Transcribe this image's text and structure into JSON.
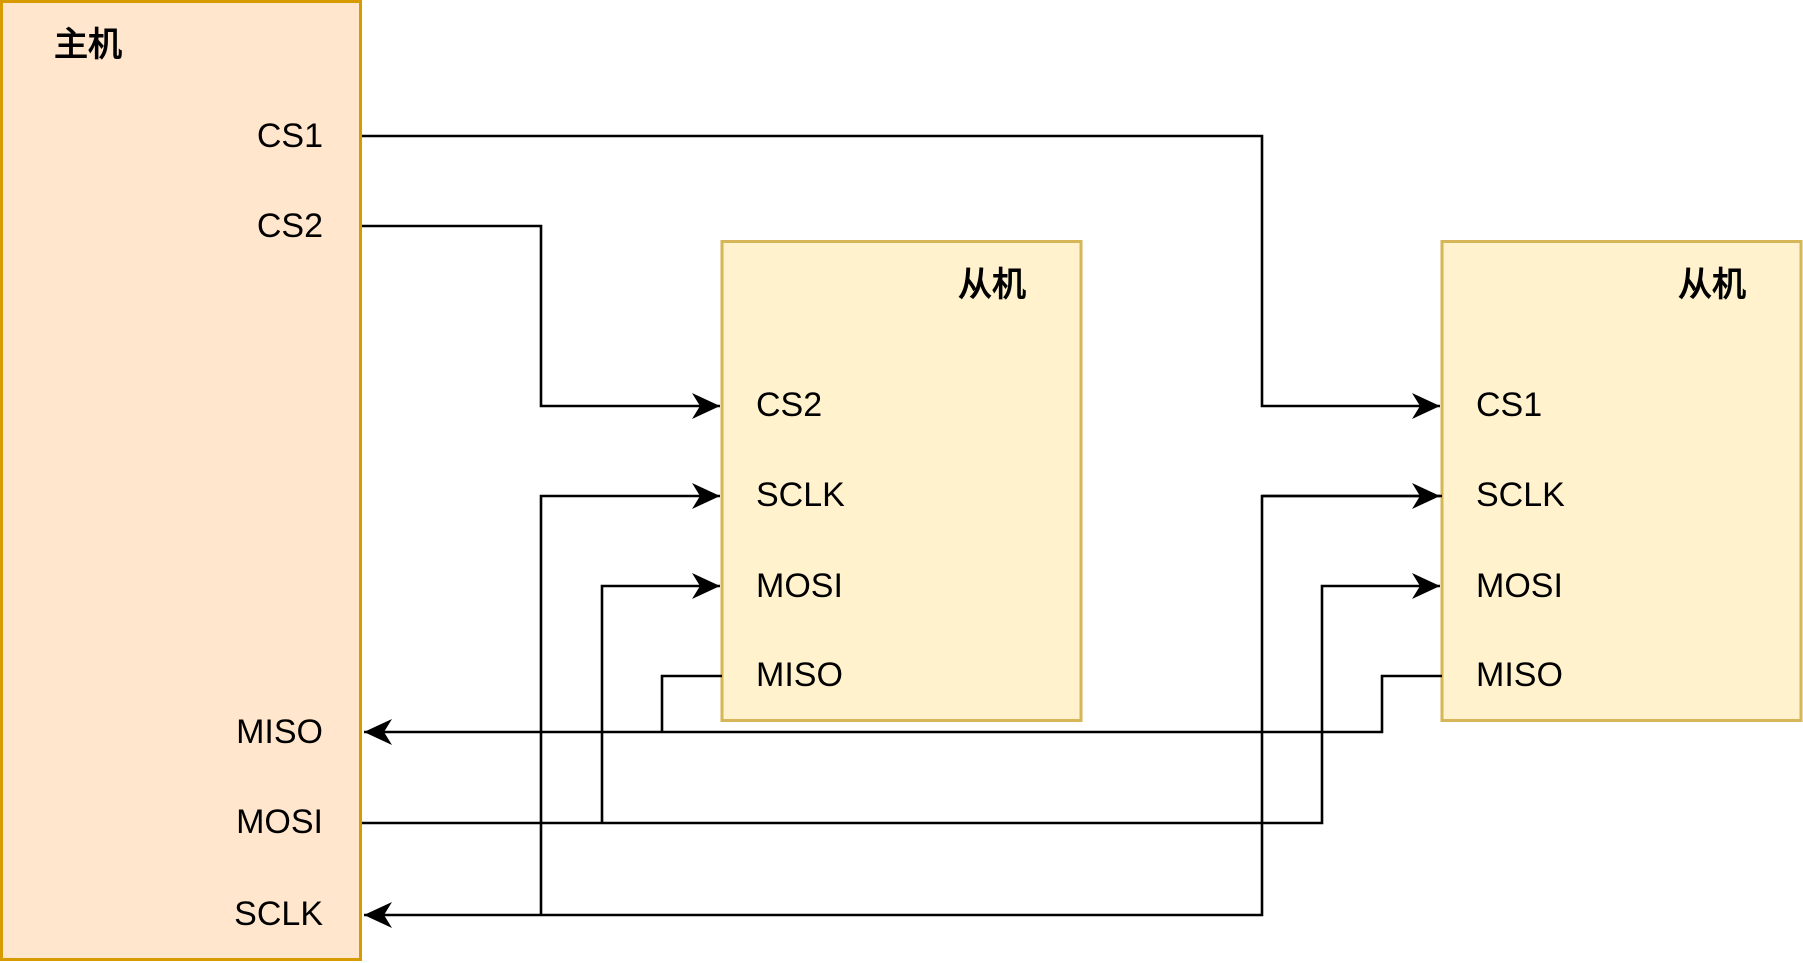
{
  "master": {
    "title": "主机",
    "pins": {
      "cs1": "CS1",
      "cs2": "CS2",
      "miso": "MISO",
      "mosi": "MOSI",
      "sclk": "SCLK"
    }
  },
  "slave_a": {
    "title": "从机",
    "pins": {
      "cs": "CS2",
      "sclk": "SCLK",
      "mosi": "MOSI",
      "miso": "MISO"
    }
  },
  "slave_b": {
    "title": "从机",
    "pins": {
      "cs": "CS1",
      "sclk": "SCLK",
      "mosi": "MOSI",
      "miso": "MISO"
    }
  },
  "colors": {
    "master_fill": "#ffe6cc",
    "master_stroke": "#d79b00",
    "slave_fill": "#fff2cc",
    "slave_stroke": "#d6b656",
    "wire": "#000000"
  }
}
